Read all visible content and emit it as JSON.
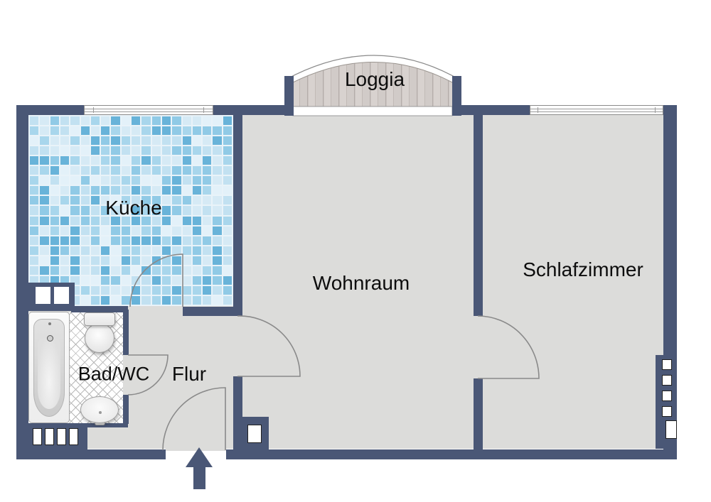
{
  "floorplan": {
    "rooms": [
      {
        "id": "kueche",
        "label": "Küche"
      },
      {
        "id": "loggia",
        "label": "Loggia"
      },
      {
        "id": "wohnraum",
        "label": "Wohnraum"
      },
      {
        "id": "schlafzimmer",
        "label": "Schlafzimmer"
      },
      {
        "id": "bad_wc",
        "label": "Bad/WC"
      },
      {
        "id": "flur",
        "label": "Flur"
      }
    ],
    "colors": {
      "wall": "#4a5776",
      "floor": "#dcdcda",
      "tile_grout": "#e9f3f9",
      "tile_palette": [
        "#d6eaf5",
        "#c2e1f1",
        "#a8d6ec",
        "#90cae6",
        "#68b3d9",
        "#e3f1f9"
      ],
      "wood_plank": "#d8d2cf",
      "door_line": "#8a8a8a"
    }
  }
}
